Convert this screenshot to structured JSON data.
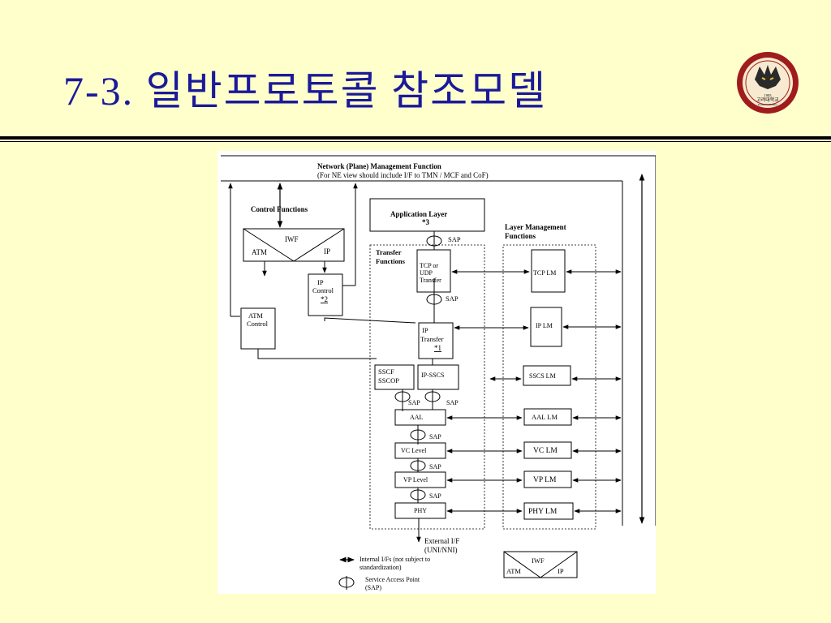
{
  "slide": {
    "title": "7-3. 일반프로토콜 참조모델",
    "logo_text": "고려대학교",
    "logo_year": "1905",
    "logo_sub": "Korea University"
  },
  "diagram": {
    "nm_title": "Network (Plane) Management Function",
    "nm_subtitle": "(For NE view should include I/F to TMN / MCF and CoF)",
    "control_functions": "Control Functions",
    "iwf": "IWF",
    "atm": "ATM",
    "ip": "IP",
    "ip_control": [
      "IP",
      "Control"
    ],
    "ip_control_ref": "*2",
    "atm_control": [
      "ATM",
      "Control"
    ],
    "app_layer": [
      "Application Layer",
      "*3"
    ],
    "sap": "SAP",
    "transfer_functions": [
      "Transfer",
      "Functions"
    ],
    "tcp_udp": [
      "TCP or",
      "UDP",
      "Transfer"
    ],
    "ip_transfer": [
      "IP",
      "Transfer"
    ],
    "ip_transfer_ref": "*1",
    "sscf": [
      "SSCF",
      "SSCOP"
    ],
    "ip_sscs": "IP-SSCS",
    "aal": "AAL",
    "vc_level": "VC Level",
    "vp_level": "VP Level",
    "phy": "PHY",
    "external_if": [
      "External I/F",
      "(UNI/NNI)"
    ],
    "layer_mgmt": [
      "Layer Management",
      "Functions"
    ],
    "tcp_lm": "TCP LM",
    "ip_lm": "IP LM",
    "sscs_lm": "SSCS  LM",
    "aal_lm": "AAL  LM",
    "vc_lm": "VC  LM",
    "vp_lm": "VP  LM",
    "phy_lm": "PHY  LM",
    "legend_internal": [
      "Internal I/Fs (not subject to",
      "standardization)"
    ],
    "legend_sap": [
      "Service Access Point",
      "(SAP)"
    ],
    "legend_iwf": "IWF",
    "legend_atm": "ATM",
    "legend_ip": "IP"
  },
  "colors": {
    "background": "#ffffcc",
    "title": "#1a1a99",
    "ref_red": "#ff0000",
    "ref_blue": "#0000ff"
  }
}
